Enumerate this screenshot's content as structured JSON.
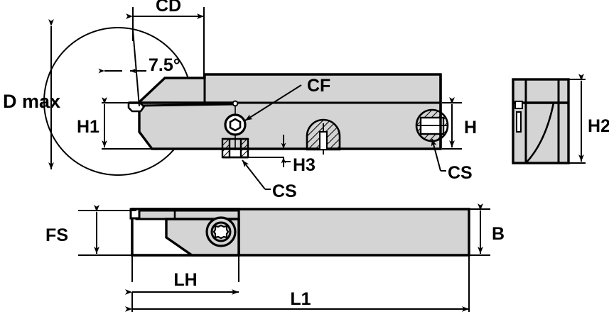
{
  "drawing": {
    "title": "Grooving / cut-off tool holder technical drawing",
    "colors": {
      "body_fill": "#d4d4d4",
      "line": "#000000",
      "background": "#ffffff",
      "hatch": "#000000"
    },
    "views": [
      {
        "name": "side-view",
        "label": ""
      },
      {
        "name": "end-view",
        "label": ""
      },
      {
        "name": "plan-view",
        "label": ""
      }
    ]
  },
  "dimensions": {
    "cd": "CD",
    "d_max": "D max",
    "h1": "H1",
    "h": "H",
    "h2": "H2",
    "h3": "H3",
    "b": "B",
    "fs": "FS",
    "lh": "LH",
    "l1": "L1"
  },
  "callouts": {
    "angle": "7.5°",
    "cf": "CF",
    "cs_lower": "CS",
    "cs_right": "CS"
  },
  "features": {
    "clamp_screw": "hex-socket-screw",
    "coolant_port": "hatched-coolant-port",
    "coolant_hole_rear": "hatched-threaded-hole",
    "torx_screw": "torx-screw-head",
    "blade_tip": "cutting-insert-tip"
  }
}
